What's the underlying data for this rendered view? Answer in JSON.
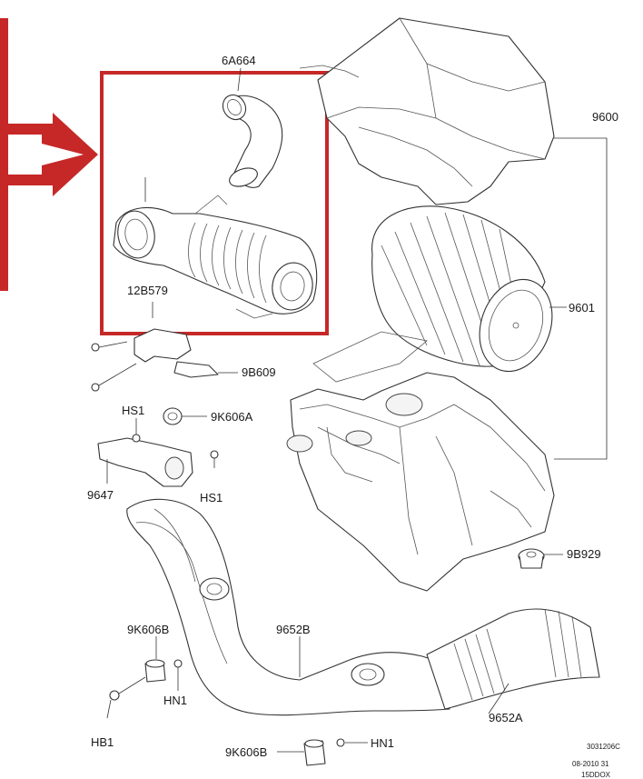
{
  "colors": {
    "highlight": "#c62828",
    "line": "#333333",
    "background": "#ffffff"
  },
  "labels": {
    "p_6a664": "6A664",
    "p_12b579": "12B579",
    "p_9600": "9600",
    "p_9601": "9601",
    "p_9b609": "9B609",
    "p_hs1_top": "HS1",
    "p_9k606a": "9K606A",
    "p_9647": "9647",
    "p_hs1_bottom": "HS1",
    "p_9b929": "9B929",
    "p_9k606b_top": "9K606B",
    "p_9652b": "9652B",
    "p_hn1_top": "HN1",
    "p_hb1": "HB1",
    "p_9652a": "9652A",
    "p_9k606b_bottom": "9K606B",
    "p_hn1_bottom": "HN1"
  },
  "drawing_code": {
    "line1": "3031206C",
    "line2": "08-2010 31",
    "line3": "15DDOX"
  }
}
